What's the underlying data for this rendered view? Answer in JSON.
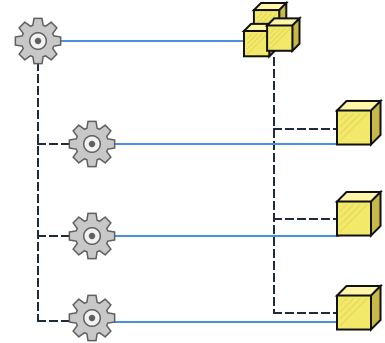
{
  "colors": {
    "background": "#ffffff",
    "link_line": "#4a90e2",
    "tree_line": "#1f2a3a",
    "gear_fill": "#c8c8c8",
    "gear_stroke": "#5f5f5f",
    "gear_hole": "#f2f2f2",
    "cube_top": "#fff6a8",
    "cube_front": "#f2e86a",
    "cube_side": "#c6b94a",
    "cube_stroke": "#111111"
  },
  "icons": {
    "gear": "gear-icon",
    "cube": "cube-icon",
    "cube_stack": "cube-stack-icon"
  },
  "diagram": {
    "left_root": {
      "icon": "gear-icon",
      "children": [
        {
          "icon": "gear-icon"
        },
        {
          "icon": "gear-icon"
        },
        {
          "icon": "gear-icon"
        }
      ]
    },
    "right_root": {
      "icon": "cube-stack-icon",
      "children": [
        {
          "icon": "cube-icon"
        },
        {
          "icon": "cube-icon"
        },
        {
          "icon": "cube-icon"
        }
      ]
    },
    "links": [
      {
        "from": "left-root",
        "to": "right-root"
      },
      {
        "from": "left-child-1",
        "to": "right-child-1"
      },
      {
        "from": "left-child-2",
        "to": "right-child-2"
      },
      {
        "from": "left-child-3",
        "to": "right-child-3"
      }
    ]
  }
}
